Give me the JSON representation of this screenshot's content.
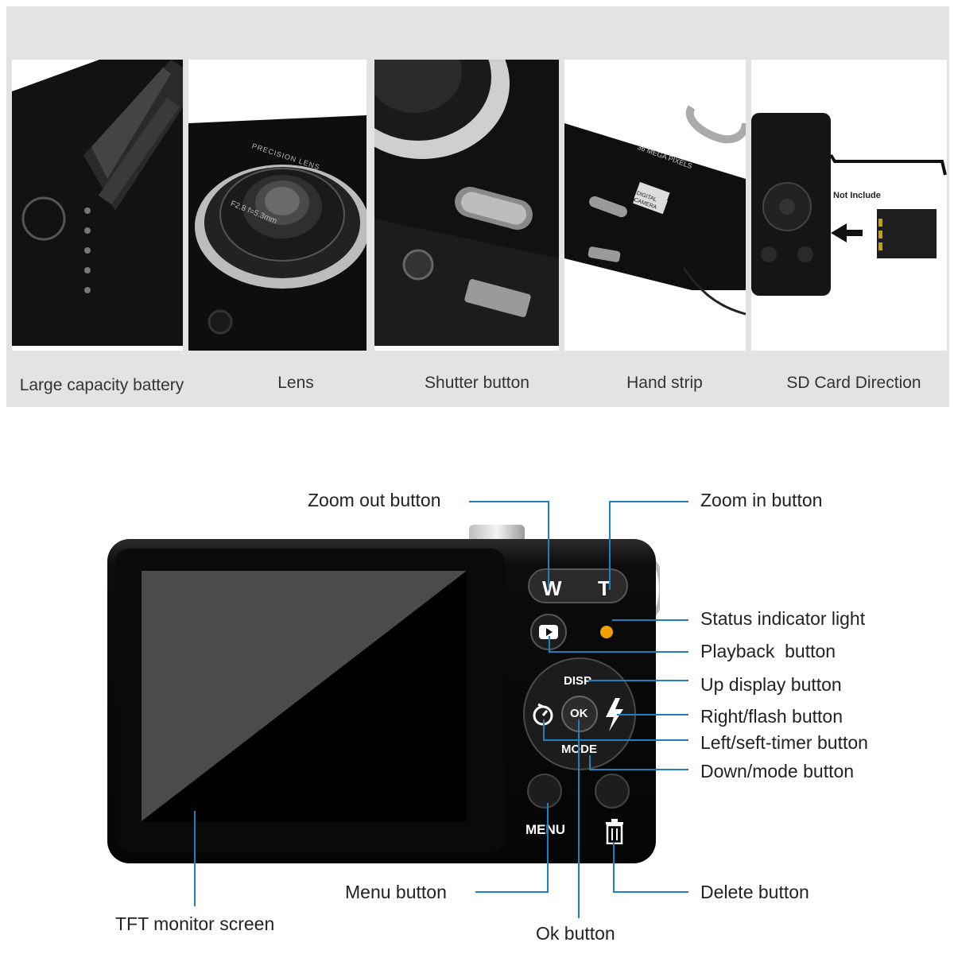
{
  "features": [
    {
      "label": "Large capacity battery"
    },
    {
      "label": "Lens"
    },
    {
      "label": "Shutter button"
    },
    {
      "label": "Hand strip"
    },
    {
      "label": "SD Card Direction"
    }
  ],
  "lens_panel": {
    "ring_text_top": "PRECISION LENS",
    "ring_text_bottom": "F2.8 f=5.3mm"
  },
  "strap_panel": {
    "body_text": "36 MEGA PIXELS",
    "badge_text": "DIGITAL CAMERA"
  },
  "sd_panel": {
    "note": "Not Include"
  },
  "camera_back": {
    "zoom_out_key": "W",
    "zoom_in_key": "T",
    "disp_key": "DISP",
    "mode_key": "MODE",
    "ok_key": "OK",
    "menu_key": "MENU"
  },
  "callouts": {
    "zoom_out": "Zoom out button",
    "zoom_in": "Zoom in button",
    "status_light": "Status indicator light",
    "playback": "Playback  button",
    "up_display": "Up display button",
    "right_flash": "Right/flash button",
    "left_timer": "Left/seft-timer button",
    "down_mode": "Down/mode button",
    "menu": "Menu button",
    "delete": "Delete button",
    "tft": "TFT monitor screen",
    "ok": "Ok button"
  },
  "colors": {
    "leader_line": "#1f7fbf",
    "status_led": "#f0a000",
    "strip_background": "#e3e3e3"
  }
}
